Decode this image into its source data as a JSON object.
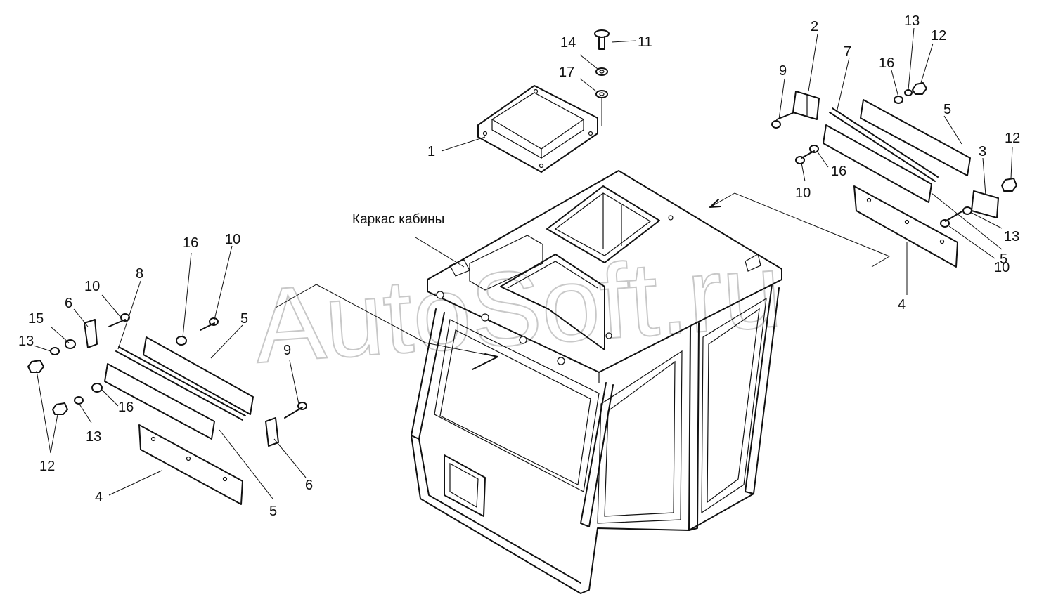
{
  "caption": "Каркас кабины",
  "watermark": "AutoSoft.ru",
  "labels": {
    "l1": "1",
    "l2": "2",
    "l3": "3",
    "l4a": "4",
    "l4b": "4",
    "l5a": "5",
    "l5b": "5",
    "l5c": "5",
    "l5d": "5",
    "l6a": "6",
    "l6b": "6",
    "l7": "7",
    "l8": "8",
    "l9a": "9",
    "l9b": "9",
    "l10a": "10",
    "l10b": "10",
    "l10c": "10",
    "l10d": "10",
    "l11": "11",
    "l12a": "12",
    "l12b": "12",
    "l12c": "12",
    "l13a": "13",
    "l13b": "13",
    "l13c": "13",
    "l13d": "13",
    "l14": "14",
    "l15": "15",
    "l16a": "16",
    "l16b": "16",
    "l16c": "16",
    "l16d": "16",
    "l17": "17"
  }
}
